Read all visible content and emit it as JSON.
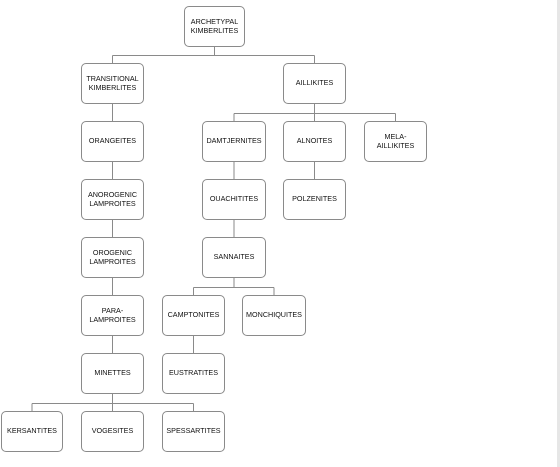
{
  "diagram": {
    "nodes": {
      "archetypal_kimberlites": "ARCHETYPAL\nKIMBERLITES",
      "transitional_kimberlites": "TRANSITIONAL\nKIMBERLITES",
      "aillikites": "AILLIKITES",
      "orangeites": "ORANGEITES",
      "anorogenic_lamproites": "ANOROGENIC\nLAMPROITES",
      "orogenic_lamproites": "OROGENIC\nLAMPROITES",
      "para_lamproites": "PARA-\nLAMPROITES",
      "minettes": "MINETTES",
      "kersantites": "KERSANTITES",
      "vogesites": "VOGESITES",
      "spessartites": "SPESSARTITES",
      "damtjernites": "DAMTJERNITES",
      "alnoites": "ALNOITES",
      "mela_aillikites": "MELA-\nAILLIKITES",
      "ouachitites": "OUACHITITES",
      "polzenites": "POLZENITES",
      "sannaites": "SANNAITES",
      "camptonites": "CAMPTONITES",
      "monchiquites": "MONCHIQUITES",
      "eustratites": "EUSTRATITES"
    },
    "edges": [
      [
        "archetypal_kimberlites",
        "transitional_kimberlites"
      ],
      [
        "archetypal_kimberlites",
        "aillikites"
      ],
      [
        "transitional_kimberlites",
        "orangeites"
      ],
      [
        "orangeites",
        "anorogenic_lamproites"
      ],
      [
        "anorogenic_lamproites",
        "orogenic_lamproites"
      ],
      [
        "orogenic_lamproites",
        "para_lamproites"
      ],
      [
        "para_lamproites",
        "minettes"
      ],
      [
        "minettes",
        "kersantites"
      ],
      [
        "minettes",
        "vogesites"
      ],
      [
        "minettes",
        "spessartites"
      ],
      [
        "aillikites",
        "damtjernites"
      ],
      [
        "aillikites",
        "alnoites"
      ],
      [
        "aillikites",
        "mela_aillikites"
      ],
      [
        "damtjernites",
        "ouachitites"
      ],
      [
        "alnoites",
        "polzenites"
      ],
      [
        "ouachitites",
        "sannaites"
      ],
      [
        "sannaites",
        "camptonites"
      ],
      [
        "sannaites",
        "monchiquites"
      ],
      [
        "camptonites",
        "eustratites"
      ]
    ]
  }
}
